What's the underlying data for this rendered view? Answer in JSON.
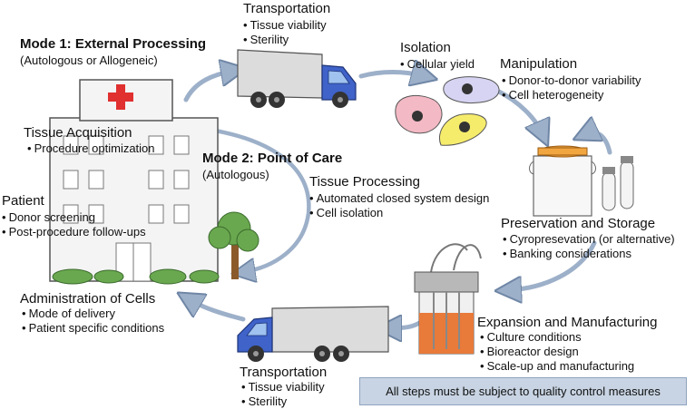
{
  "mode1": {
    "title": "Mode 1: External Processing",
    "subtitle": "(Autologous or Allogeneic)"
  },
  "mode2": {
    "title": "Mode 2: Point of Care",
    "subtitle": "(Autologous)"
  },
  "transport_top": {
    "title": "Transportation",
    "items": [
      "Tissue viability",
      "Sterility"
    ]
  },
  "isolation": {
    "title": "Isolation",
    "items": [
      "Cellular yield"
    ]
  },
  "manipulation": {
    "title": "Manipulation",
    "items": [
      "Donor-to-donor variability",
      "Cell heterogeneity"
    ]
  },
  "tissue_acquisition": {
    "title": "Tissue Acquisition",
    "items": [
      "Procedure optimization"
    ]
  },
  "tissue_processing": {
    "title": "Tissue Processing",
    "items": [
      "Automated closed system design",
      "Cell isolation"
    ]
  },
  "patient": {
    "title": "Patient",
    "items": [
      "Donor screening",
      "Post-procedure follow-ups"
    ]
  },
  "preservation": {
    "title": "Preservation and Storage",
    "items": [
      "Cyropresevation (or alternative)",
      "Banking considerations"
    ]
  },
  "administration": {
    "title": "Administration of Cells",
    "items": [
      "Mode of delivery",
      "Patient specific conditions"
    ]
  },
  "expansion": {
    "title": "Expansion and Manufacturing",
    "items": [
      "Culture conditions",
      "Bioreactor design",
      "Scale-up and manufacturing"
    ]
  },
  "transport_bottom": {
    "title": "Transportation",
    "items": [
      "Tissue viability",
      "Sterility"
    ]
  },
  "footer_note": "All steps must be subject to quality control measures",
  "colors": {
    "arrow": "#9db0c9",
    "arrow_edge": "#6f86a6",
    "truck_cab": "#3f63c9",
    "truck_box": "#dcdcdc",
    "cross": "#e03030",
    "bioreactor_liquid": "#e87a3a",
    "lid": "#f2a640",
    "qc_box": "#c8d4e3"
  }
}
